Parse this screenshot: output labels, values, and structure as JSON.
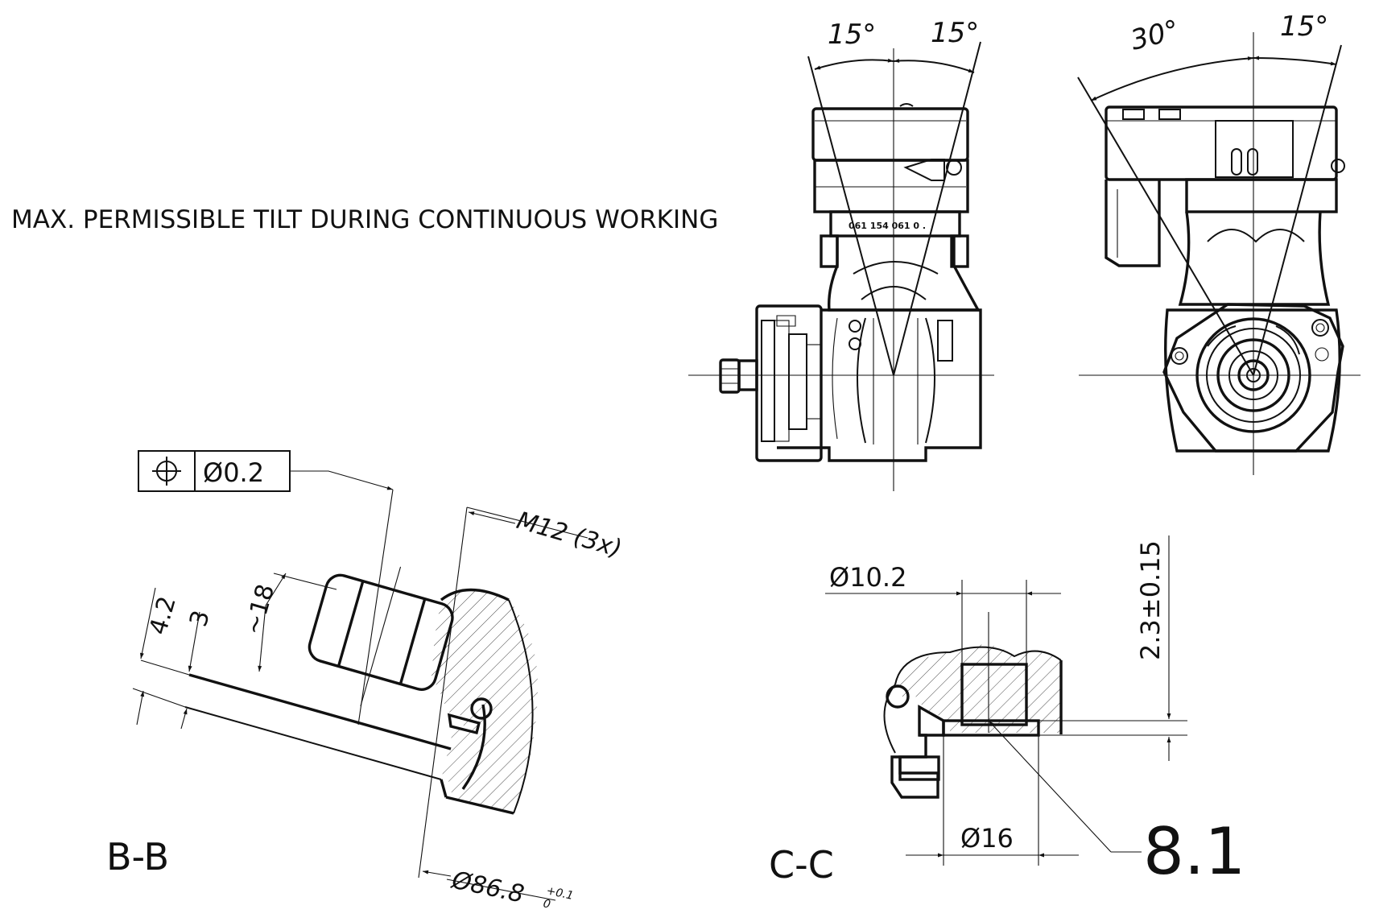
{
  "heading": "MAX. PERMISSIBLE TILT DURING CONTINUOUS WORKING",
  "tilt_front": {
    "left": "15°",
    "right": "15°"
  },
  "tilt_side": {
    "left": "30°",
    "right": "15°"
  },
  "front_view_markings": "061 154 061 0 .",
  "section_bb": {
    "label": "B-B",
    "position_tolerance": "Ø0.2",
    "thread": "M12 (3x)",
    "dim_4_2": "4.2",
    "dim_3": "3",
    "dim_18": "~18",
    "diameter": "Ø86.8",
    "diameter_tol_upper": "+0.1",
    "diameter_tol_lower": "0"
  },
  "section_cc": {
    "label": "C-C",
    "diameter_small": "Ø10.2",
    "diameter_large": "Ø16",
    "depth": "2.3±0.15",
    "finish": "8.1"
  },
  "colors": {
    "line": "#111111",
    "paper": "#ffffff"
  }
}
